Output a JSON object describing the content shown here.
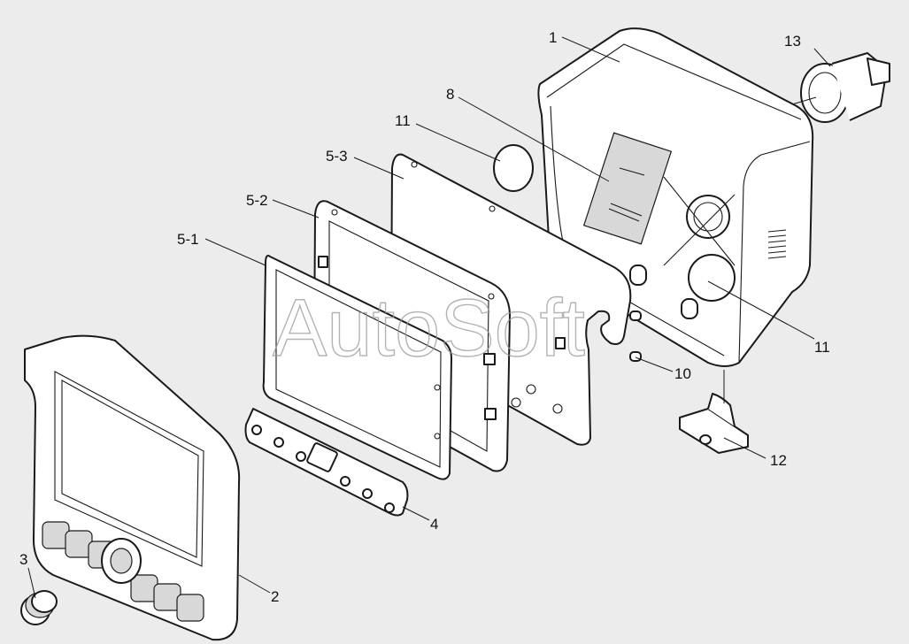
{
  "watermark": "AutoSoft",
  "callouts": [
    {
      "id": "c1",
      "text": "1"
    },
    {
      "id": "c2",
      "text": "2"
    },
    {
      "id": "c3",
      "text": "3"
    },
    {
      "id": "c4",
      "text": "4"
    },
    {
      "id": "c51",
      "text": "5-1"
    },
    {
      "id": "c52",
      "text": "5-2"
    },
    {
      "id": "c53",
      "text": "5-3"
    },
    {
      "id": "c8",
      "text": "8"
    },
    {
      "id": "c10",
      "text": "10"
    },
    {
      "id": "c11a",
      "text": "11"
    },
    {
      "id": "c11b",
      "text": "11"
    },
    {
      "id": "c12",
      "text": "12"
    },
    {
      "id": "c13",
      "text": "13"
    }
  ]
}
